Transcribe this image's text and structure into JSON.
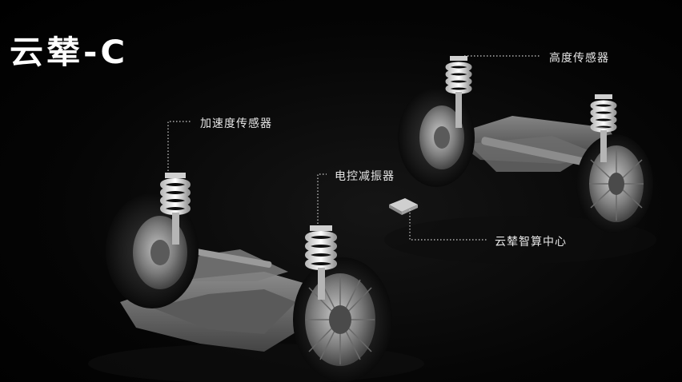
{
  "title": "云辇-C",
  "labels": {
    "height_sensor": "高度传感器",
    "acceleration_sensor": "加速度传感器",
    "electronic_damper": "电控减振器",
    "compute_center": "云辇智算中心"
  },
  "colors": {
    "background": "#000000",
    "text": "#e6e6e6",
    "leader_line": "#cfcfcf"
  }
}
